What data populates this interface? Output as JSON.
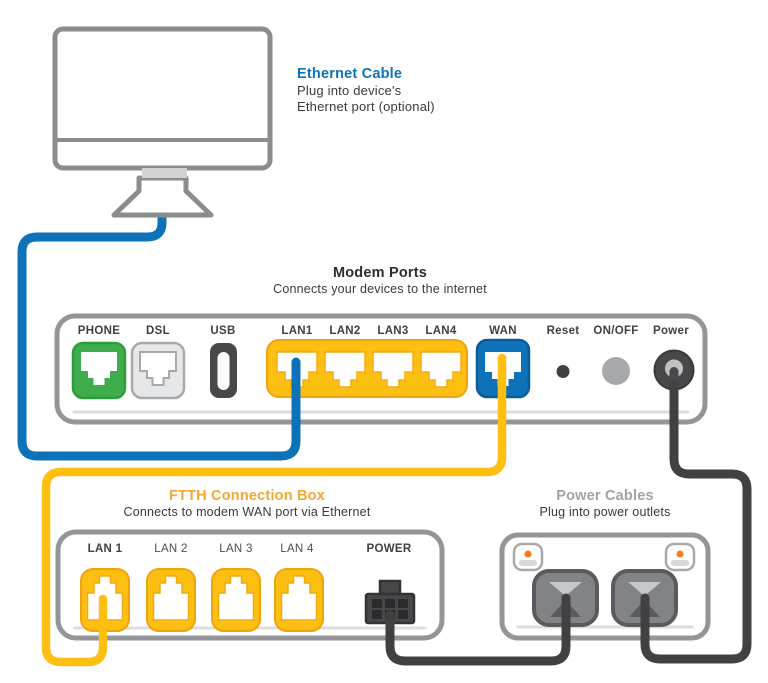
{
  "ethernet_cable": {
    "title": "Ethernet Cable",
    "description_line1": "Plug into device's",
    "description_line2": "Ethernet port (optional)"
  },
  "modem": {
    "title": "Modem Ports",
    "subtitle": "Connects your devices to the internet",
    "port_labels": [
      "PHONE",
      "DSL",
      "USB",
      "LAN1",
      "LAN2",
      "LAN3",
      "LAN4",
      "WAN",
      "Reset",
      "ON/OFF",
      "Power"
    ]
  },
  "ftth": {
    "title": "FTTH Connection Box",
    "subtitle": "Connects to modem WAN port via Ethernet",
    "port_labels": [
      "LAN 1",
      "LAN 2",
      "LAN 3",
      "LAN 4",
      "POWER"
    ]
  },
  "power_cables": {
    "title": "Power Cables",
    "subtitle": "Plug into power outlets"
  },
  "colors": {
    "ethernet_blue": "#0e72b9",
    "lan_yellow": "#fdc012",
    "ftth_orange": "#f6a432",
    "phone_green": "#3fad4c",
    "cable_dark": "#414042",
    "panel_border": "#939598",
    "outlet_indicator_orange": "#f47b20",
    "text_dark": "#3a3a3c"
  }
}
